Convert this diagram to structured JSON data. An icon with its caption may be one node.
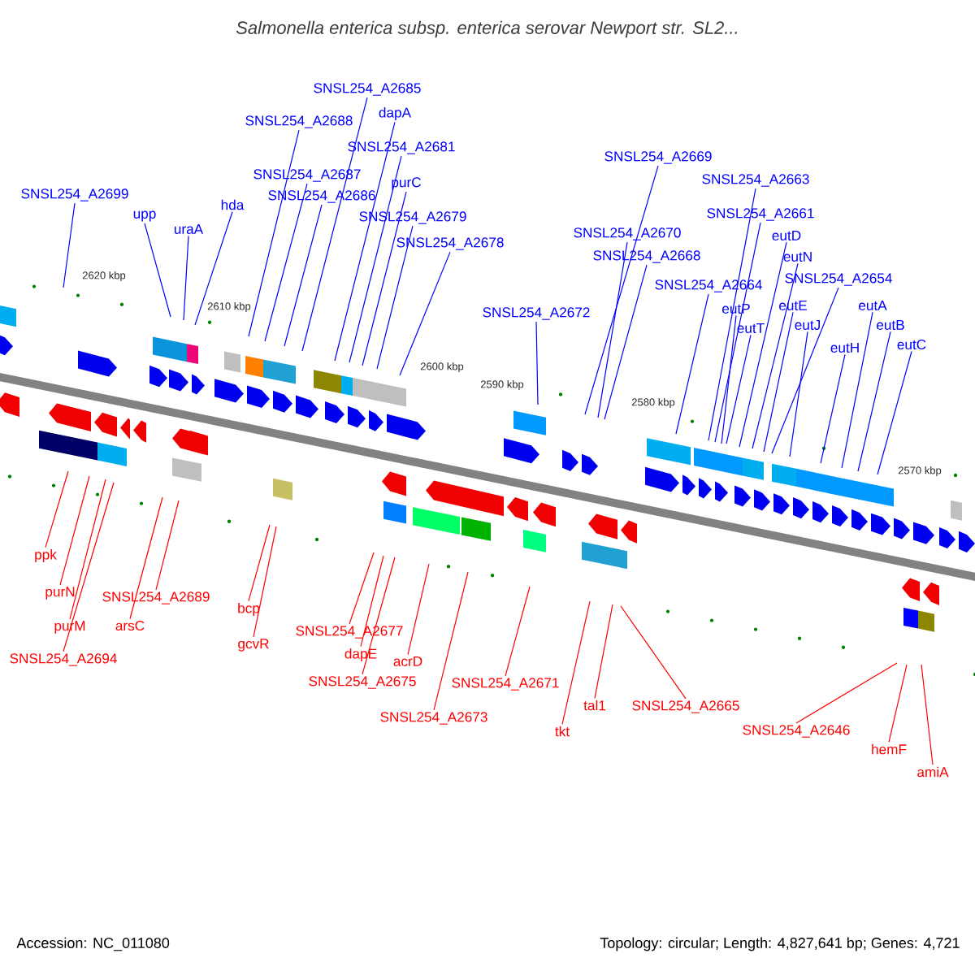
{
  "diagram": {
    "title": "Salmonella enterica subsp. enterica serovar Newport str. SL2...",
    "nodes": [
      {
        "text": [
          "SNSL254_A2699"
        ]
      },
      {
        "text": [
          "upp"
        ]
      },
      {
        "text": [
          "uraA"
        ]
      },
      {
        "text": [
          "hda"
        ]
      },
      {
        "text": [
          "SNSL254_A2688"
        ]
      },
      {
        "text": [
          "SNSL254_A2687"
        ]
      },
      {
        "text": [
          "SNSL254_A2686"
        ]
      },
      {
        "text": [
          "SNSL254_A2685"
        ]
      },
      {
        "text": [
          "dapA"
        ]
      },
      {
        "text": [
          "SNSL254_A2681"
        ]
      },
      {
        "text": [
          "purC"
        ]
      },
      {
        "text": [
          "SNSL254_A2679"
        ]
      },
      {
        "text": [
          "SNSL254_A2678"
        ]
      },
      {
        "text": [
          "SNSL254_A2672"
        ]
      },
      {
        "text": [
          "SNSL254_A2669"
        ]
      },
      {
        "text": [
          "SNSL254_A2670"
        ]
      },
      {
        "text": [
          "SNSL254_A2668"
        ]
      },
      {
        "text": [
          "SNSL254_A2663"
        ]
      },
      {
        "text": [
          "SNSL254_A2661"
        ]
      },
      {
        "text": [
          "SNSL254_A2664"
        ]
      },
      {
        "text": [
          "eutP"
        ]
      },
      {
        "text": [
          "eutT"
        ]
      },
      {
        "text": [
          "eutD"
        ]
      },
      {
        "text": [
          "eutN"
        ]
      },
      {
        "text": [
          "SNSL254_A2654"
        ]
      },
      {
        "text": [
          "eutE"
        ]
      },
      {
        "text": [
          "eutJ"
        ]
      },
      {
        "text": [
          "eutH"
        ]
      },
      {
        "text": [
          "eutA"
        ]
      },
      {
        "text": [
          "eutB"
        ]
      },
      {
        "text": [
          "eutC"
        ]
      },
      {
        "text": [
          "ppk"
        ]
      },
      {
        "text": [
          "purN"
        ]
      },
      {
        "text": [
          "purM"
        ]
      },
      {
        "text": [
          "SNSL254_A2694"
        ]
      },
      {
        "text": [
          "SNSL254_A2689"
        ]
      },
      {
        "text": [
          "arsC"
        ]
      },
      {
        "text": [
          "bcp"
        ]
      },
      {
        "text": [
          "gcvR"
        ]
      },
      {
        "text": [
          "SNSL254_A2677"
        ]
      },
      {
        "text": [
          "dapE"
        ]
      },
      {
        "text": [
          "SNSL254_A2675"
        ]
      },
      {
        "text": [
          "acrD"
        ]
      },
      {
        "text": [
          "SNSL254_A2673"
        ]
      },
      {
        "text": [
          "SNSL254_A2671"
        ]
      },
      {
        "text": [
          "tkt"
        ]
      },
      {
        "text": [
          "tal1"
        ]
      },
      {
        "text": [
          "SNSL254_A2665"
        ]
      },
      {
        "text": [
          "SNSL254_A2646"
        ]
      },
      {
        "text": [
          "hemF"
        ]
      },
      {
        "text": [
          "amiA"
        ]
      }
    ],
    "edges": [
      {
        "from": 0,
        "to": null,
        "arrow": "none"
      },
      {
        "from": 1,
        "to": null,
        "arrow": "none"
      },
      {
        "from": 2,
        "to": null,
        "arrow": "none"
      },
      {
        "from": 3,
        "to": null,
        "arrow": "none"
      },
      {
        "from": 4,
        "to": null,
        "arrow": "none"
      },
      {
        "from": 5,
        "to": null,
        "arrow": "none"
      },
      {
        "from": 6,
        "to": null,
        "arrow": "none"
      },
      {
        "from": 7,
        "to": null,
        "arrow": "none"
      },
      {
        "from": 8,
        "to": null,
        "arrow": "none"
      },
      {
        "from": 9,
        "to": null,
        "arrow": "none"
      },
      {
        "from": 10,
        "to": null,
        "arrow": "none"
      },
      {
        "from": 11,
        "to": null,
        "arrow": "none"
      },
      {
        "from": 12,
        "to": null,
        "arrow": "none"
      },
      {
        "from": 13,
        "to": null,
        "arrow": "none"
      },
      {
        "from": 14,
        "to": null,
        "arrow": "none"
      },
      {
        "from": 15,
        "to": null,
        "arrow": "none"
      },
      {
        "from": 16,
        "to": null,
        "arrow": "none"
      },
      {
        "from": 17,
        "to": null,
        "arrow": "none"
      },
      {
        "from": 18,
        "to": null,
        "arrow": "none"
      },
      {
        "from": 19,
        "to": null,
        "arrow": "none"
      },
      {
        "from": 20,
        "to": null,
        "arrow": "none"
      },
      {
        "from": 21,
        "to": null,
        "arrow": "none"
      },
      {
        "from": 22,
        "to": null,
        "arrow": "none"
      },
      {
        "from": 23,
        "to": null,
        "arrow": "none"
      },
      {
        "from": 24,
        "to": null,
        "arrow": "none"
      },
      {
        "from": 25,
        "to": null,
        "arrow": "none"
      },
      {
        "from": 26,
        "to": null,
        "arrow": "none"
      },
      {
        "from": 27,
        "to": null,
        "arrow": "none"
      },
      {
        "from": 28,
        "to": null,
        "arrow": "none"
      },
      {
        "from": 29,
        "to": null,
        "arrow": "none"
      },
      {
        "from": 30,
        "to": null,
        "arrow": "none"
      },
      {
        "from": 31,
        "to": null,
        "arrow": "none",
        "color": "#ff0000"
      },
      {
        "from": 32,
        "to": null,
        "arrow": "none",
        "color": "#ff0000"
      },
      {
        "from": 33,
        "to": null,
        "arrow": "none",
        "color": "#ff0000"
      },
      {
        "from": 34,
        "to": null,
        "arrow": "none",
        "color": "#ff0000"
      },
      {
        "from": 35,
        "to": null,
        "arrow": "none",
        "color": "#ff0000"
      },
      {
        "from": 36,
        "to": null,
        "arrow": "none",
        "color": "#ff0000"
      },
      {
        "from": 37,
        "to": null,
        "arrow": "none",
        "color": "#ff0000"
      },
      {
        "from": 38,
        "to": null,
        "arrow": "none",
        "color": "#ff0000"
      },
      {
        "from": 39,
        "to": null,
        "arrow": "none",
        "color": "#ff0000"
      },
      {
        "from": 40,
        "to": null,
        "arrow": "none",
        "color": "#ff0000"
      },
      {
        "from": 41,
        "to": null,
        "arrow": "none",
        "color": "#ff0000"
      },
      {
        "from": 42,
        "to": null,
        "arrow": "none",
        "color": "#ff0000"
      },
      {
        "from": 43,
        "to": null,
        "arrow": "none",
        "color": "#ff0000"
      },
      {
        "from": 44,
        "to": null,
        "arrow": "none",
        "color": "#ff0000"
      },
      {
        "from": 45,
        "to": null,
        "arrow": "none",
        "color": "#ff0000"
      },
      {
        "from": 46,
        "to": null,
        "arrow": "none",
        "color": "#ff0000"
      },
      {
        "from": 47,
        "to": null,
        "arrow": "none",
        "color": "#ff0000"
      },
      {
        "from": 48,
        "to": null,
        "arrow": "none",
        "color": "#ff0000"
      },
      {
        "from": 49,
        "to": null,
        "arrow": "none",
        "color": "#ff0000"
      },
      {
        "from": 50,
        "to": null,
        "arrow": "none",
        "color": "#ff0000"
      }
    ],
    "labels": [
      "2620 kbp",
      "2610 kbp",
      "2600 kbp",
      "2590 kbp",
      "2580 kbp",
      "2570 kbp",
      "Accession: NC_011080",
      "Topology: circular; Length: 4,827,641 bp; Genes: 4,721"
    ]
  }
}
